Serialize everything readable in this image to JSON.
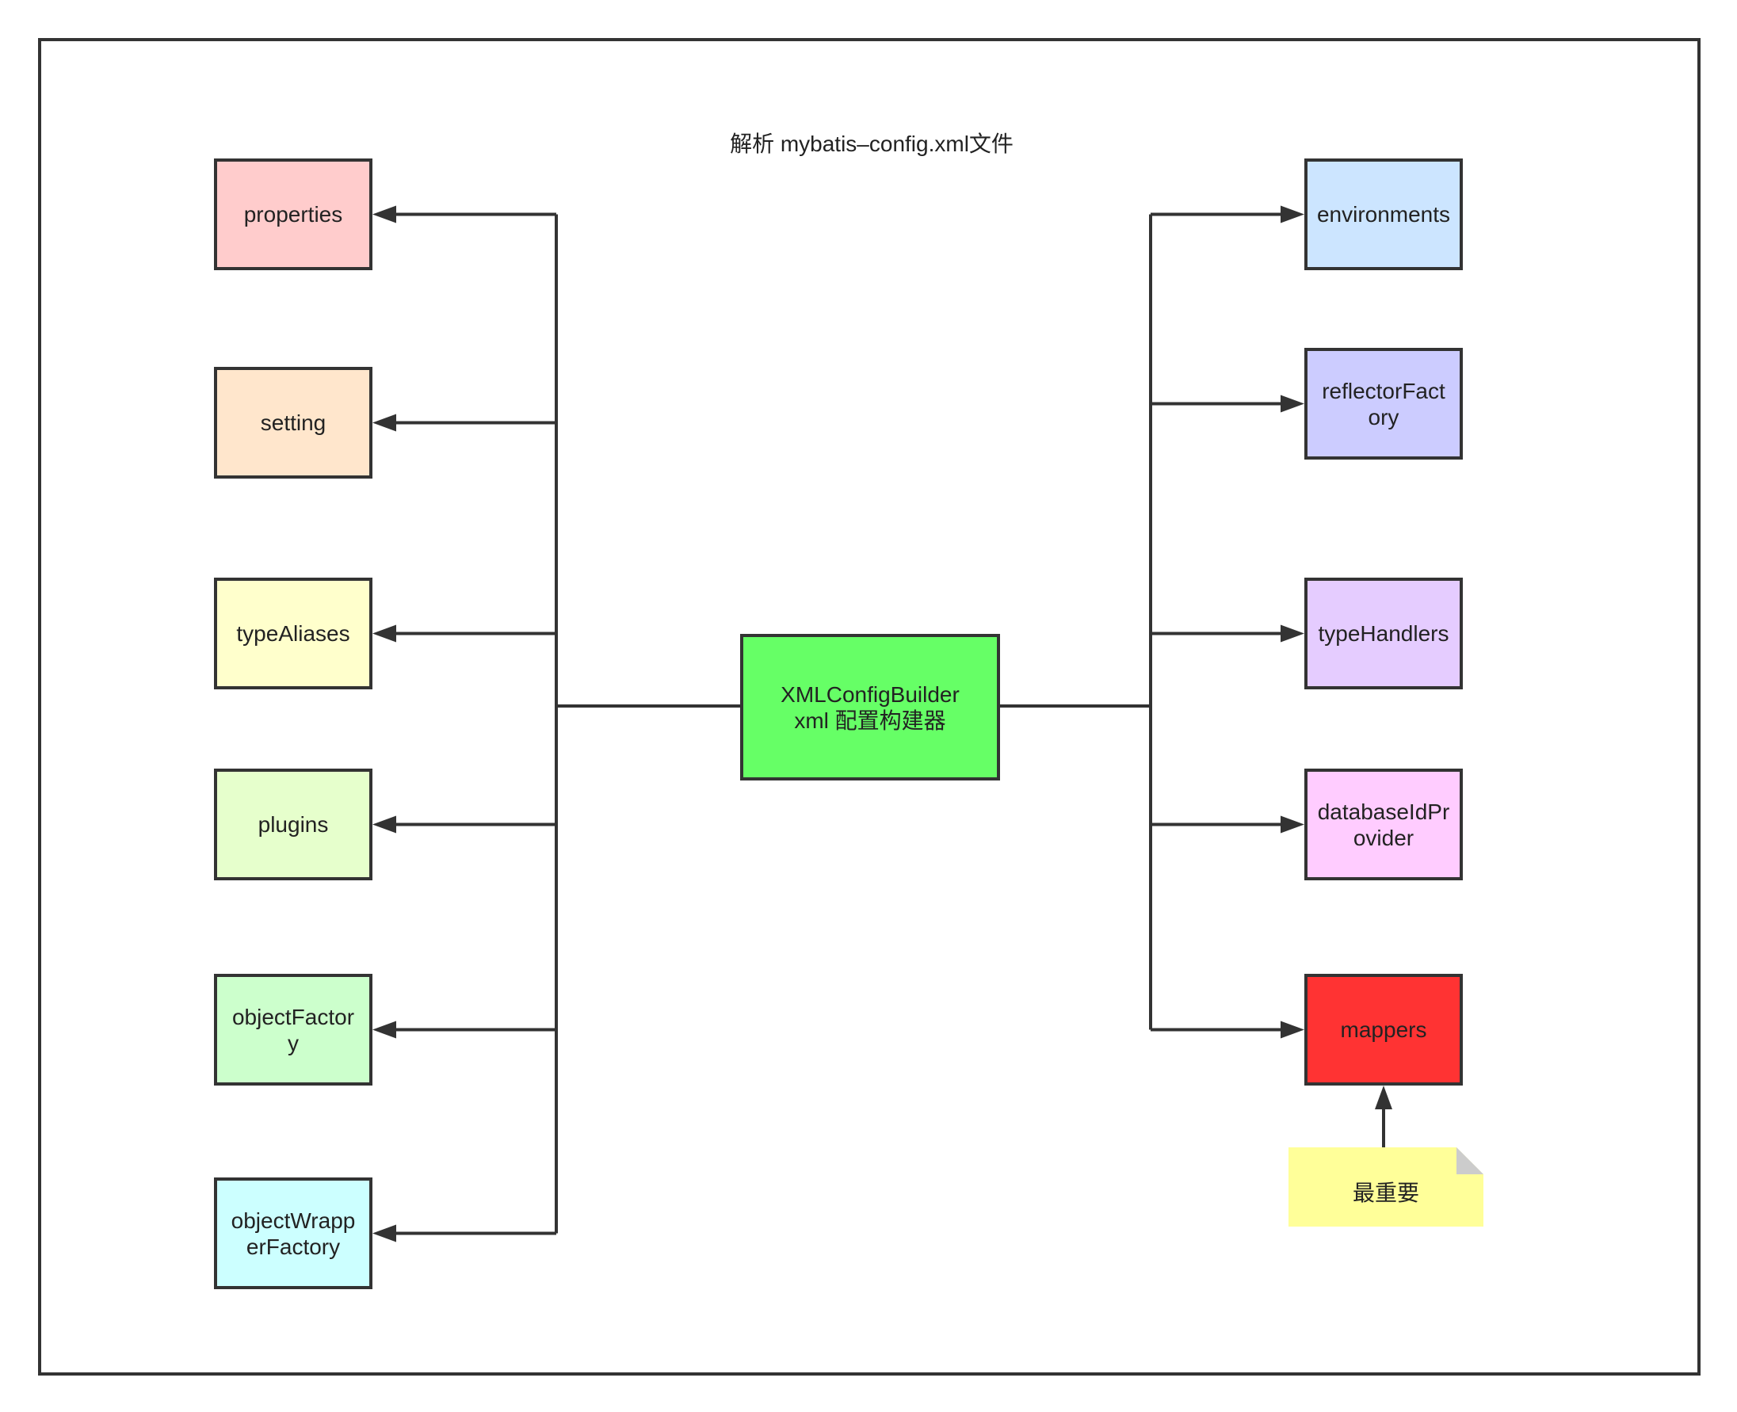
{
  "title": "解析 mybatis–config.xml文件",
  "center": {
    "id": "xmlconfigbuilder",
    "lines": [
      "XMLConfigBuilder",
      "xml 配置构建器"
    ],
    "color": "#66ff66"
  },
  "left_nodes": [
    {
      "id": "properties",
      "lines": [
        "properties"
      ],
      "color": "#ffcccc"
    },
    {
      "id": "setting",
      "lines": [
        "setting"
      ],
      "color": "#ffe6cc"
    },
    {
      "id": "typealiases",
      "lines": [
        "typeAliases"
      ],
      "color": "#ffffcc"
    },
    {
      "id": "plugins",
      "lines": [
        "plugins"
      ],
      "color": "#e6ffcc"
    },
    {
      "id": "objectfactory",
      "lines": [
        "objectFactor",
        "y"
      ],
      "color": "#ccffcc"
    },
    {
      "id": "objectwrapperfactory",
      "lines": [
        "objectWrapp",
        "erFactory"
      ],
      "color": "#ccffff"
    }
  ],
  "right_nodes": [
    {
      "id": "environments",
      "lines": [
        "environments"
      ],
      "color": "#cce5ff"
    },
    {
      "id": "reflectorfactory",
      "lines": [
        "reflectorFact",
        "ory"
      ],
      "color": "#ccccff"
    },
    {
      "id": "typehandlers",
      "lines": [
        "typeHandlers"
      ],
      "color": "#e5ccff"
    },
    {
      "id": "databaseidprovider",
      "lines": [
        "databaseIdPr",
        "ovider"
      ],
      "color": "#ffccff"
    },
    {
      "id": "mappers",
      "lines": [
        "mappers"
      ],
      "color": "#ff3333"
    }
  ],
  "note": {
    "text": "最重要",
    "color": "#ffff99",
    "points_to": "mappers"
  },
  "colors": {
    "stroke": "#333333",
    "frame": "#333333",
    "background": "#ffffff"
  }
}
